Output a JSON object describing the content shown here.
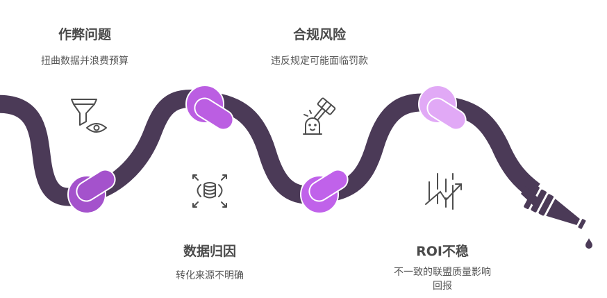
{
  "diagram": {
    "colors": {
      "rope": "#4b3a57",
      "knot_1": "#a452cc",
      "knot_2": "#bb5ee2",
      "knot_3": "#c062ea",
      "knot_4": "#e1a9f6",
      "text_title": "#4a4a4a",
      "text_desc": "#555555",
      "icon": "#4d4d4d"
    },
    "items": [
      {
        "title": "作弊问题",
        "desc": "扭曲数据并浪费预算",
        "icon": "funnel-eye-icon"
      },
      {
        "title": "数据归因",
        "desc": "转化来源不明确",
        "icon": "database-expand-icon"
      },
      {
        "title": "合规风险",
        "desc": "违反规定可能面临罚款",
        "icon": "gavel-icon"
      },
      {
        "title": "ROI不稳",
        "desc_line1": "不一致的联盟质量影响",
        "desc_line2": "回报",
        "icon": "chart-trend-icon"
      }
    ]
  }
}
